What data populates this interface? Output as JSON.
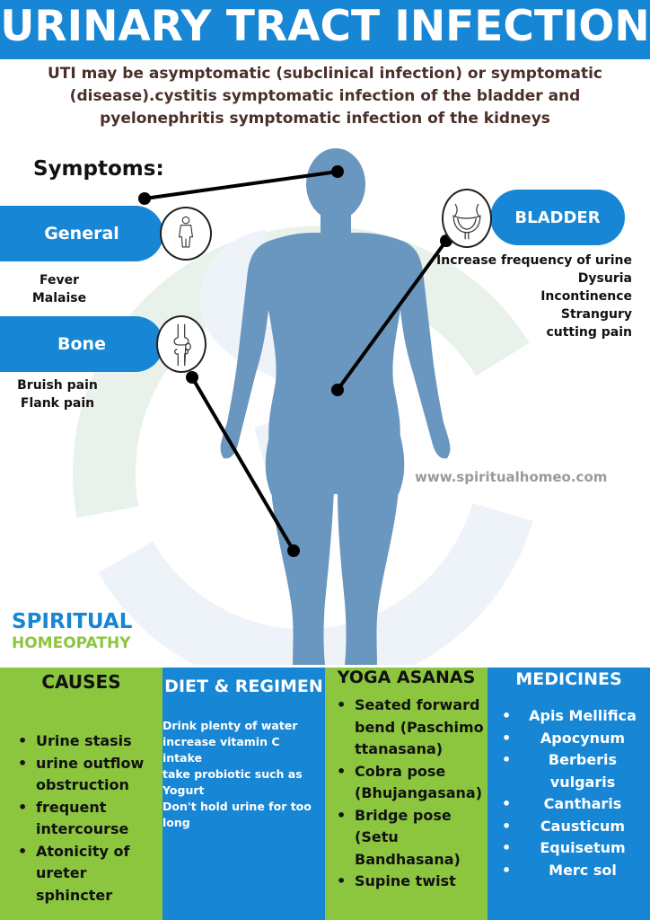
{
  "header": {
    "title": "URINARY TRACT INFECTION",
    "intro": "UTI may be asymptomatic (subclinical infection) or symptomatic (disease).cystitis symptomatic infection of the bladder and pyelonephritis symptomatic infection of the kidneys"
  },
  "symptoms": {
    "title": "Symptoms:",
    "general": {
      "label": "General",
      "items": [
        "Fever",
        "Malaise"
      ]
    },
    "bone": {
      "label": "Bone",
      "items": [
        "Bruish pain",
        "Flank pain"
      ]
    },
    "bladder": {
      "label": "BLADDER",
      "items": [
        "Increase frequency of urine",
        "Dysuria",
        "Incontinence",
        "Strangury",
        "cutting pain"
      ]
    }
  },
  "website": "www.spiritualhomeo.com",
  "brand": {
    "line1": "SPIRITUAL",
    "line2": "HOMEOPATHY"
  },
  "columns": {
    "causes": {
      "title": "CAUSES",
      "items": [
        "Urine stasis",
        "urine outflow obstruction",
        "frequent intercourse",
        "Atonicity of ureter sphincter"
      ]
    },
    "diet": {
      "title": "DIET & REGIMEN",
      "lines": [
        "Drink plenty of water",
        "increase vitamin C intake",
        "take probiotic such as Yogurt",
        "Don't hold urine for too long"
      ]
    },
    "yoga": {
      "title": "YOGA ASANAS",
      "items": [
        "Seated forward bend (Paschimottanasana)",
        "Cobra pose (Bhujangasana)",
        "Bridge pose (Setu Bandhasana)",
        "Supine twist"
      ]
    },
    "medicines": {
      "title": "MEDICINES",
      "items": [
        "Apis Mellifica",
        "Apocynum",
        "Berberis vulgaris",
        "Cantharis",
        "Causticum",
        "Equisetum",
        "Merc sol"
      ]
    }
  },
  "colors": {
    "blue": "#1786d4",
    "green": "#8cc63f",
    "figure": "#6a97bf",
    "intro_text": "#4a3028"
  }
}
